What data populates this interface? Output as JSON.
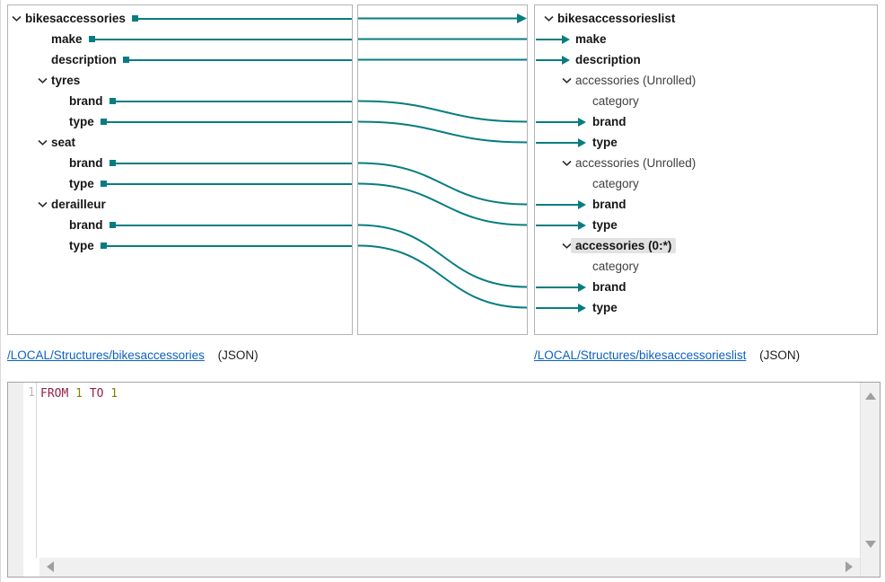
{
  "colors": {
    "wire_teal": "#067d81",
    "link_blue": "#0b61c2",
    "keyword": "#96204b",
    "number": "#7d8200",
    "highlight_gray": "#e2e2e2"
  },
  "source_panel": {
    "nodes": [
      {
        "label": "bikesaccessories",
        "level": 0,
        "chevron": true,
        "bold": true,
        "mapped": true
      },
      {
        "label": "make",
        "level": 1,
        "chevron": false,
        "bold": true,
        "mapped": true
      },
      {
        "label": "description",
        "level": 1,
        "chevron": false,
        "bold": true,
        "mapped": true
      },
      {
        "label": "tyres",
        "level": 1,
        "chevron": true,
        "bold": true,
        "mapped": false
      },
      {
        "label": "brand",
        "level": 2,
        "chevron": false,
        "bold": true,
        "mapped": true
      },
      {
        "label": "type",
        "level": 2,
        "chevron": false,
        "bold": true,
        "mapped": true
      },
      {
        "label": "seat",
        "level": 1,
        "chevron": true,
        "bold": true,
        "mapped": false
      },
      {
        "label": "brand",
        "level": 2,
        "chevron": false,
        "bold": true,
        "mapped": true
      },
      {
        "label": "type",
        "level": 2,
        "chevron": false,
        "bold": true,
        "mapped": true
      },
      {
        "label": "derailleur",
        "level": 1,
        "chevron": true,
        "bold": true,
        "mapped": false
      },
      {
        "label": "brand",
        "level": 2,
        "chevron": false,
        "bold": true,
        "mapped": true
      },
      {
        "label": "type",
        "level": 2,
        "chevron": false,
        "bold": true,
        "mapped": true
      }
    ]
  },
  "target_panel": {
    "nodes": [
      {
        "label": "bikesaccessorieslist",
        "level": 0,
        "chevron": true,
        "bold": true,
        "arrow": false
      },
      {
        "label": "make",
        "level": 1,
        "chevron": false,
        "bold": true,
        "arrow": true
      },
      {
        "label": "description",
        "level": 1,
        "chevron": false,
        "bold": true,
        "arrow": true
      },
      {
        "label": "accessories (Unrolled)",
        "level": 1,
        "chevron": true,
        "bold": false,
        "arrow": false
      },
      {
        "label": "category",
        "level": 2,
        "chevron": false,
        "bold": false,
        "arrow": false
      },
      {
        "label": "brand",
        "level": 2,
        "chevron": false,
        "bold": true,
        "arrow": true
      },
      {
        "label": "type",
        "level": 2,
        "chevron": false,
        "bold": true,
        "arrow": true
      },
      {
        "label": "accessories (Unrolled)",
        "level": 1,
        "chevron": true,
        "bold": false,
        "arrow": false
      },
      {
        "label": "category",
        "level": 2,
        "chevron": false,
        "bold": false,
        "arrow": false
      },
      {
        "label": "brand",
        "level": 2,
        "chevron": false,
        "bold": true,
        "arrow": true
      },
      {
        "label": "type",
        "level": 2,
        "chevron": false,
        "bold": true,
        "arrow": true
      },
      {
        "label": "accessories (0:*)",
        "level": 1,
        "chevron": true,
        "bold": true,
        "arrow": false,
        "highlighted": true
      },
      {
        "label": "category",
        "level": 2,
        "chevron": false,
        "bold": false,
        "arrow": false
      },
      {
        "label": "brand",
        "level": 2,
        "chevron": false,
        "bold": true,
        "arrow": true
      },
      {
        "label": "type",
        "level": 2,
        "chevron": false,
        "bold": true,
        "arrow": true
      }
    ]
  },
  "mappings": [
    {
      "source_row": 0,
      "target_row": 0,
      "arrowhead": true
    },
    {
      "source_row": 1,
      "target_row": 1,
      "arrowhead": false
    },
    {
      "source_row": 2,
      "target_row": 2,
      "arrowhead": false
    },
    {
      "source_row": 4,
      "target_row": 5,
      "arrowhead": false
    },
    {
      "source_row": 5,
      "target_row": 6,
      "arrowhead": false
    },
    {
      "source_row": 7,
      "target_row": 9,
      "arrowhead": false
    },
    {
      "source_row": 8,
      "target_row": 10,
      "arrowhead": false
    },
    {
      "source_row": 10,
      "target_row": 13,
      "arrowhead": false
    },
    {
      "source_row": 11,
      "target_row": 14,
      "arrowhead": false
    }
  ],
  "source_link": {
    "path": "/LOCAL/Structures/bikesaccessories",
    "format_label": "(JSON)"
  },
  "target_link": {
    "path": "/LOCAL/Structures/bikesaccessorieslist",
    "format_label": "(JSON)"
  },
  "editor": {
    "line_number": "1",
    "tokens": [
      {
        "text": "FROM",
        "type": "keyword"
      },
      {
        "text": " ",
        "type": "space"
      },
      {
        "text": "1",
        "type": "number"
      },
      {
        "text": " ",
        "type": "space"
      },
      {
        "text": "TO",
        "type": "keyword"
      },
      {
        "text": " ",
        "type": "space"
      },
      {
        "text": "1",
        "type": "number"
      }
    ]
  }
}
